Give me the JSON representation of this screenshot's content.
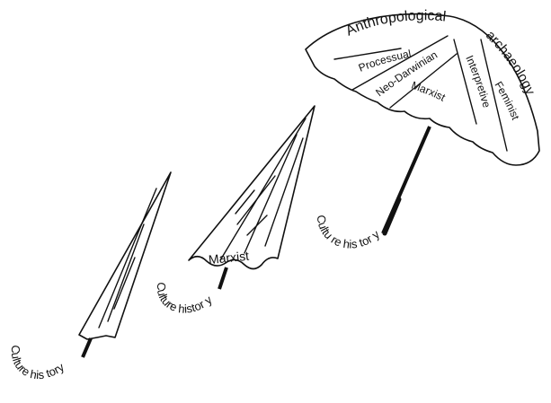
{
  "umbrellas": {
    "small": {
      "handle_label": "Culture his tory"
    },
    "medium": {
      "handle_label": "Culture histor y",
      "canopy_label": "Marxist"
    },
    "large": {
      "handle_label": "Cultu re his tor y",
      "canopy_title_1": "Anthropological",
      "canopy_title_2": "archaeology",
      "panels": {
        "processual": "Processual",
        "neo_darwinian": "Neo-Darwinian",
        "interpretive": "Interpretive",
        "marxist": "Marxist",
        "feminist": "Feminist"
      }
    }
  }
}
